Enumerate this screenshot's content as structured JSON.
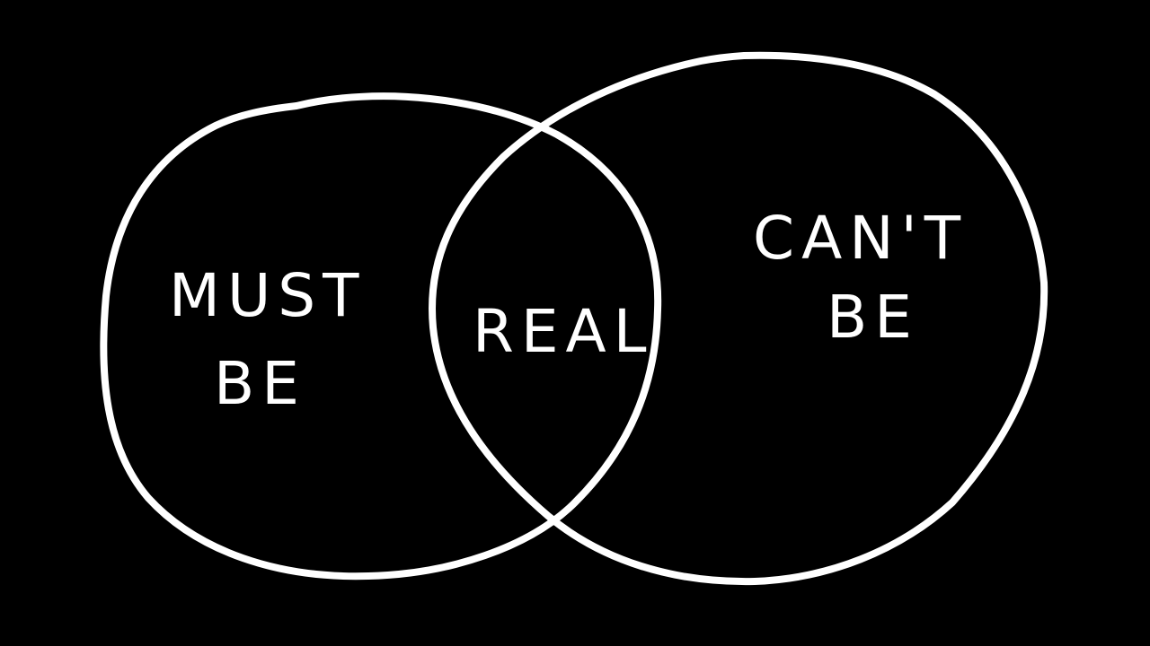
{
  "diagram": {
    "type": "venn",
    "background_color": "#000000",
    "stroke_color": "#ffffff",
    "regions": {
      "left": {
        "line1": "MUST",
        "line2": "BE"
      },
      "overlap": {
        "label": "REAL"
      },
      "right": {
        "line1": "CAN'T",
        "line2": "BE"
      }
    }
  }
}
